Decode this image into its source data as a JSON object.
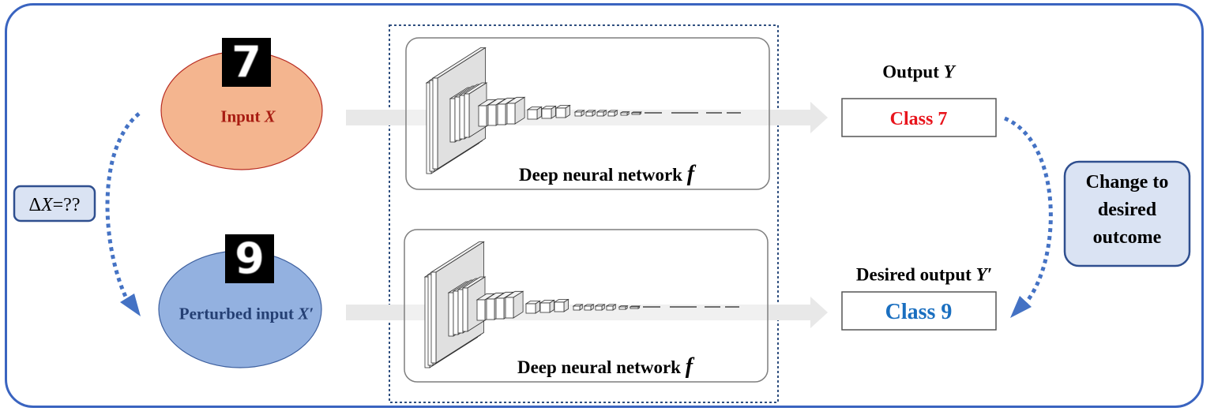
{
  "nodes": {
    "input": {
      "label": "Input ",
      "var": "X",
      "digit": "7",
      "fill": "#f4b58f"
    },
    "perturbed": {
      "label": "Perturbed input ",
      "var": "X′",
      "digit": "9",
      "fill": "#93b1e0"
    }
  },
  "networks": [
    {
      "label": "Deep neural network ",
      "var": "f"
    },
    {
      "label": "Deep neural network ",
      "var": "f"
    }
  ],
  "outputs": {
    "actual": {
      "heading": "Output ",
      "heading_var": "Y",
      "value": "Class 7",
      "color": "#e8141c"
    },
    "desired": {
      "heading": "Desired output ",
      "heading_var": "Y′",
      "value": "Class 9",
      "color": "#1a6fc0"
    }
  },
  "delta": {
    "symbol": "Δ",
    "var": "X",
    "rest": "=??"
  },
  "change": {
    "line1": "Change to",
    "line2": "desired",
    "line3": "outcome"
  },
  "colors": {
    "frame": "#3a64c0",
    "dotted_arrow": "#4472c4",
    "flow_arrow": "#e8e8e8"
  }
}
